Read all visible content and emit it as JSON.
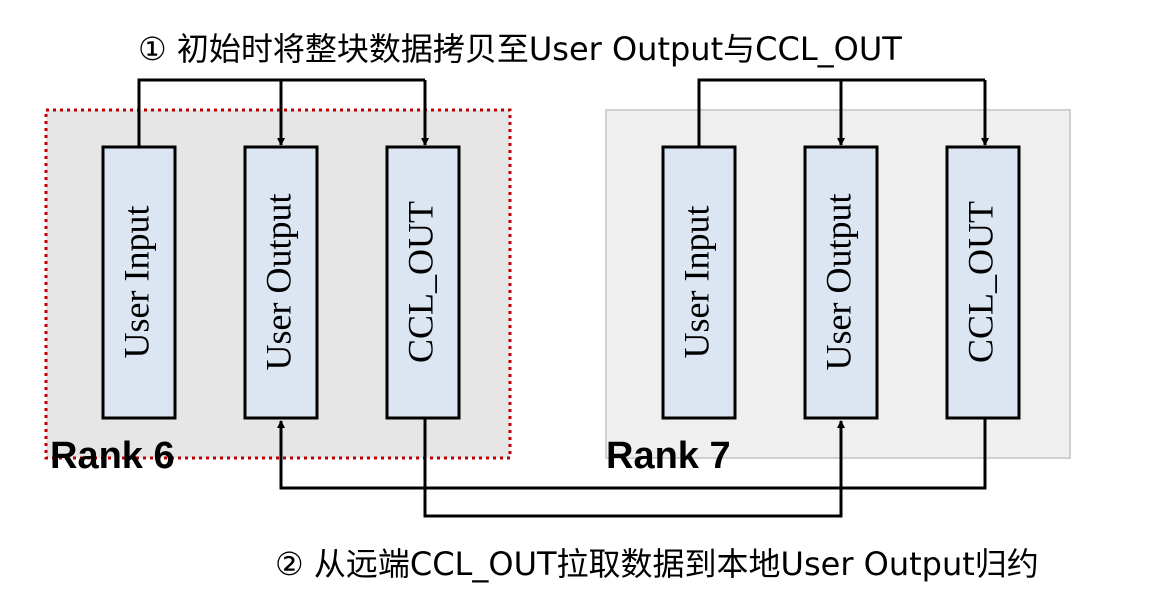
{
  "steps": {
    "step1": "① 初始时将整块数据拷贝至User Output与CCL_OUT",
    "step2": "② 从远端CCL_OUT拉取数据到本地User Output归约"
  },
  "ranks": [
    {
      "label": "Rank 6",
      "highlighted": true,
      "buffers": [
        "User Input",
        "User Output",
        "CCL_OUT"
      ]
    },
    {
      "label": "Rank 7",
      "highlighted": false,
      "buffers": [
        "User Input",
        "User Output",
        "CCL_OUT"
      ]
    }
  ],
  "colors": {
    "buffer_fill": "#dce6f2",
    "rank6_panel": "#e6e6e6",
    "rank7_panel": "#efefef",
    "highlight_border": "#c00000"
  }
}
